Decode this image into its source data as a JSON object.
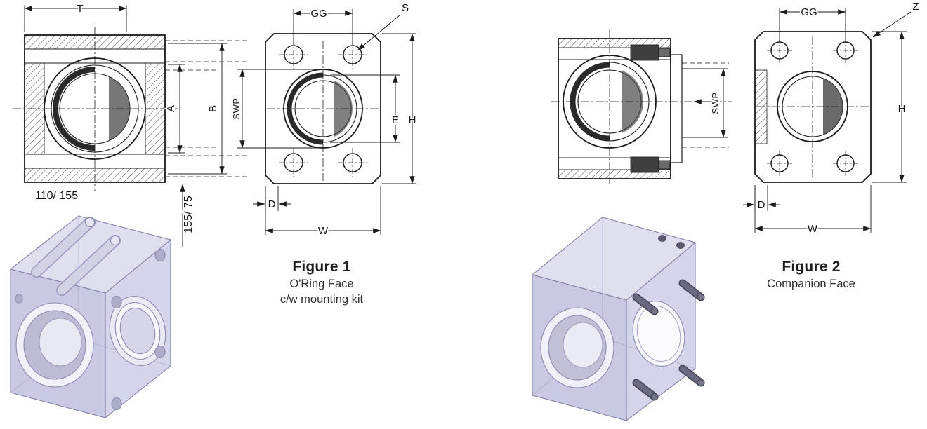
{
  "side_view_left": {
    "dim_t": "T",
    "dim_a": "A",
    "dim_b": "B",
    "note_horizontal": "110/ 155",
    "note_vertical": "155/ 75"
  },
  "figure1": {
    "dim_gg": "GG",
    "dim_s": "S",
    "dim_swp": "SWP",
    "dim_e": "E",
    "dim_h": "H",
    "dim_d": "D",
    "dim_w": "W",
    "caption_title": "Figure 1",
    "caption_line1": "O'Ring Face",
    "caption_line2": "c/w mounting kit"
  },
  "side_view_right": {
    "dim_swp": "SWP"
  },
  "figure2": {
    "dim_gg": "GG",
    "dim_z": "Z",
    "dim_h": "H",
    "dim_d": "D",
    "dim_w": "W",
    "caption_title": "Figure 2",
    "caption_line1": "Companion Face"
  },
  "colors": {
    "drawing_line": "#1b1b1b",
    "render_top_face": "#dfdff0",
    "render_left_face": "#c9c9e3",
    "render_right_face": "#d4d4ea",
    "render_outline": "#8080a6"
  }
}
